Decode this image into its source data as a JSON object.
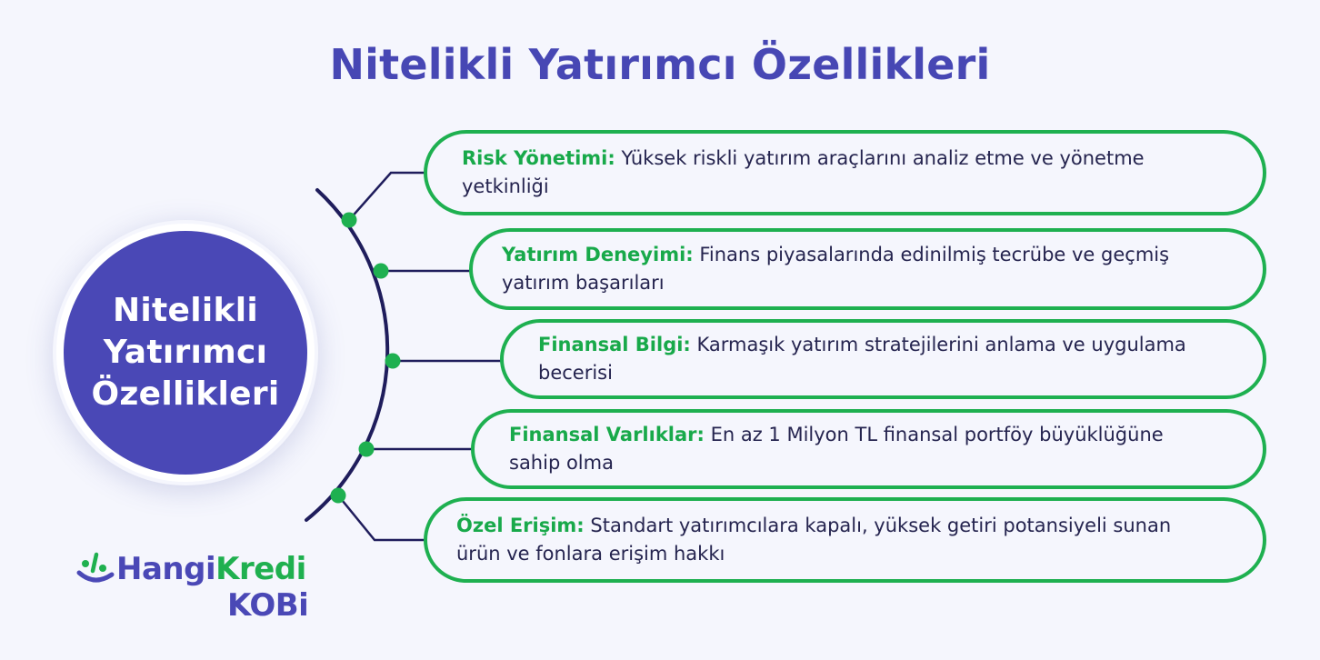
{
  "title": "Nitelikli Yatırımcı Özellikleri",
  "hub": {
    "lines": [
      "Nitelikli",
      "Yatırımcı",
      "Özellikleri"
    ]
  },
  "items": [
    {
      "heading": "Risk Yönetimi:",
      "text": " Yüksek riskli yatırım araçlarını analiz etme ve yönetme yetkinliği"
    },
    {
      "heading": "Yatırım Deneyimi:",
      "text": " Finans piyasalarında edinilmiş tecrübe ve geçmiş yatırım başarıları"
    },
    {
      "heading": "Finansal Bilgi:",
      "text": " Karmaşık yatırım stratejilerini anlama ve uygulama becerisi"
    },
    {
      "heading": "Finansal Varlıklar:",
      "text": " En az 1 Milyon TL finansal portföy büyüklüğüne sahip olma"
    },
    {
      "heading": "Özel Erişim:",
      "text": " Standart yatırımcılara kapalı, yüksek getiri potansiyeli sunan ürün ve fonlara erişim hakkı"
    }
  ],
  "logo": {
    "part1": "Hangi",
    "part2": "Kredi",
    "part3": "KOBi",
    "icon": "smiley-percent-icon"
  },
  "colors": {
    "background": "#f5f6fd",
    "primary": "#4a48b6",
    "accent_green": "#1eb050",
    "line_navy": "#1f1d5c",
    "text_dark": "#25244f"
  }
}
